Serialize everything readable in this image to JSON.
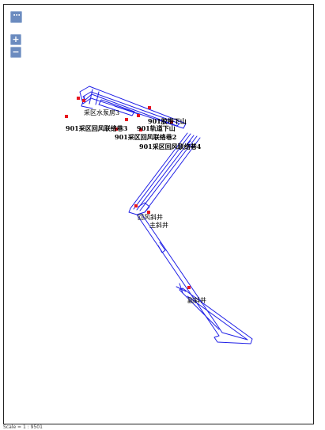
{
  "controls": {
    "menu_icon": "⋯",
    "zoom_in": "+",
    "zoom_out": "−"
  },
  "labels": {
    "label_1": "采区水泵房3",
    "label_2": "901胶带下山",
    "label_3": "901采区回风联络巷3",
    "label_4": "901轨道下山",
    "label_5": "901采区回风联络巷2",
    "label_6": "901采区回风联络巷4",
    "label_7": "回风斜井",
    "label_8": "主斜井",
    "label_9": "副斜井"
  },
  "footer": {
    "scale": "Scale = 1 : 9501"
  },
  "colors": {
    "tunnel": "#1f1fe6",
    "marker": "#e8141e",
    "control": "#6b8bbf"
  }
}
